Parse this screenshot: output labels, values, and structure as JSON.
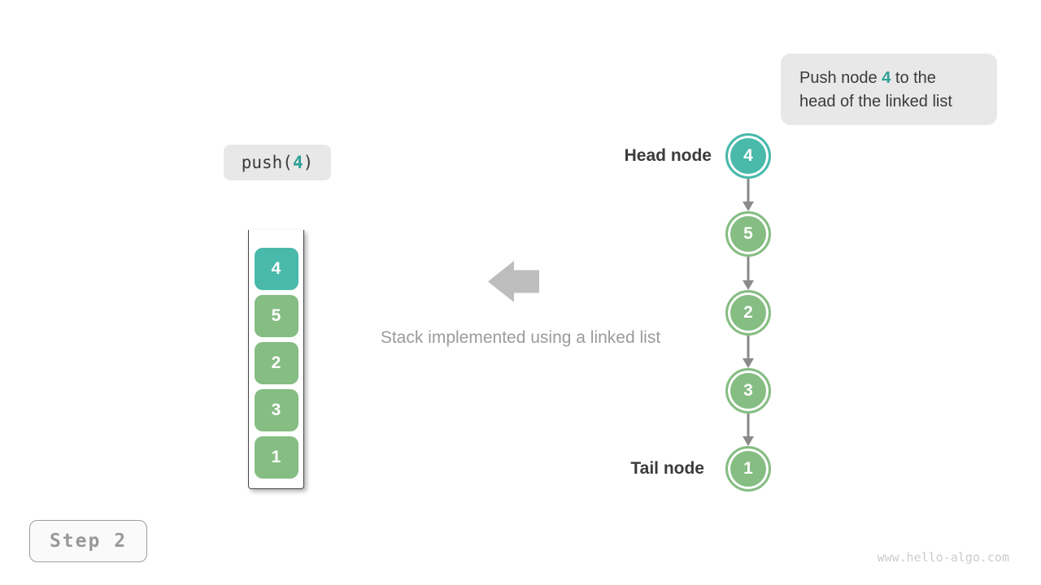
{
  "callout": {
    "line1_before": "Push node ",
    "highlight_value": "4",
    "line1_after": " to the",
    "line2": "head of the linked list"
  },
  "code_label": {
    "prefix": "push(",
    "arg": "4",
    "suffix": ")"
  },
  "stack": {
    "items": [
      {
        "value": "4",
        "highlight": true
      },
      {
        "value": "5",
        "highlight": false
      },
      {
        "value": "2",
        "highlight": false
      },
      {
        "value": "3",
        "highlight": false
      },
      {
        "value": "1",
        "highlight": false
      }
    ]
  },
  "caption": "Stack implemented using a linked list",
  "linked_list": {
    "head_label": "Head node",
    "tail_label": "Tail node",
    "nodes": [
      {
        "value": "4",
        "highlight": true
      },
      {
        "value": "5",
        "highlight": false
      },
      {
        "value": "2",
        "highlight": false
      },
      {
        "value": "3",
        "highlight": false
      },
      {
        "value": "1",
        "highlight": false
      }
    ]
  },
  "step_indicator": "Step 2",
  "watermark": "www.hello-algo.com",
  "colors": {
    "accent_teal_text": "#2fa195",
    "node_teal": "#48b9ab",
    "node_green": "#85bd82",
    "block_arrow_gray": "#bdbdbd",
    "connector_gray": "#8a8a8a",
    "text_dark": "#3b3b3b",
    "muted_text": "#9b9b9b",
    "label_bg": "#e8e8e8",
    "stack_border": "#454545",
    "watermark_gray": "#cccccc"
  }
}
